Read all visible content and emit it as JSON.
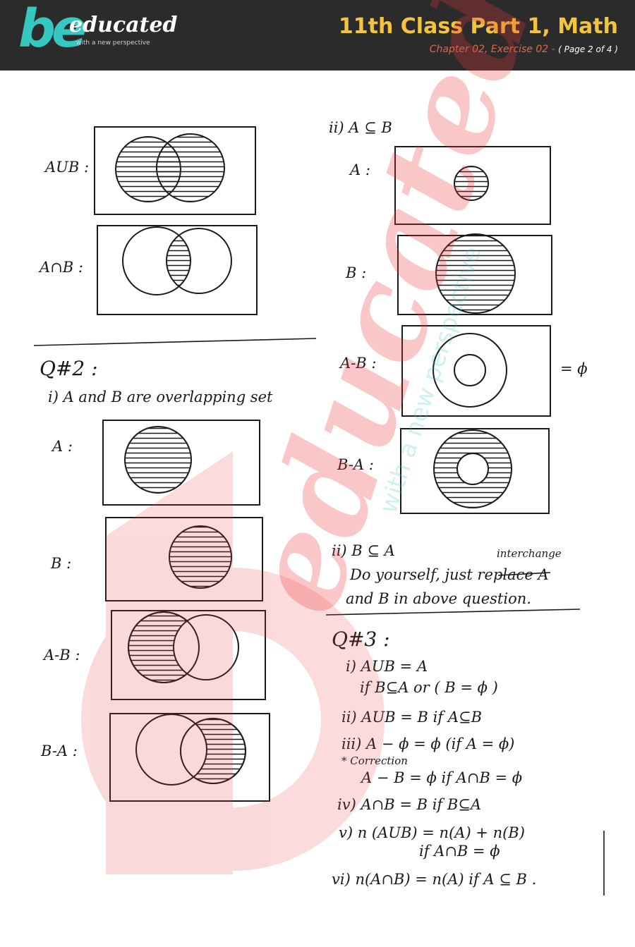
{
  "header": {
    "logo_be": "be",
    "logo_educated": "educated",
    "logo_tagline": "with a new perspective",
    "title": "11th Class Part 1, Math",
    "subtitle": "Chapter 02, Exercise 02",
    "separator": "-",
    "page_info": "( Page 2 of 4 )"
  },
  "left_column": {
    "union_label": "AUB :",
    "intersection_label": "A∩B :",
    "q2_heading": "Q#2 :",
    "q2_part_i": "i)  A and B are overlapping set",
    "a_label": "A :",
    "b_label": "B :",
    "a_minus_b_label": "A-B :",
    "b_minus_a_label": "B-A :"
  },
  "right_column": {
    "part_ii_heading": "ii)   A ⊆ B",
    "a_label": "A :",
    "b_label": "B :",
    "a_minus_b_label": "A-B :",
    "equals_note": "= ϕ",
    "b_minus_a_label": "B-A :",
    "part_ii_b": "ii)   B ⊆ A",
    "interchange": "interchange",
    "do_yourself": "Do yourself, just replace A",
    "and_b": "and B in above question.",
    "q3_heading": "Q#3 :",
    "q3_items": [
      "i)   AUB = A",
      "if  B⊆A   or  ( B = ϕ )",
      "ii)  AUB = B   if   A⊆B",
      "iii)   A − ϕ = ϕ    (if  A = ϕ)",
      "* Correction",
      "A − B = ϕ     if   A∩B = ϕ",
      "iv)  A∩B  =  B   if   B⊆A",
      "v)  n (AUB) = n(A) + n(B)",
      "if  A∩B = ϕ",
      "vi)  n(A∩B) = n(A)   if   A ⊆ B ."
    ]
  },
  "watermark": {
    "main": "educated",
    "tagline": "with a new perspective",
    "color": "#e8353a",
    "tag_color": "#35c7c0"
  }
}
